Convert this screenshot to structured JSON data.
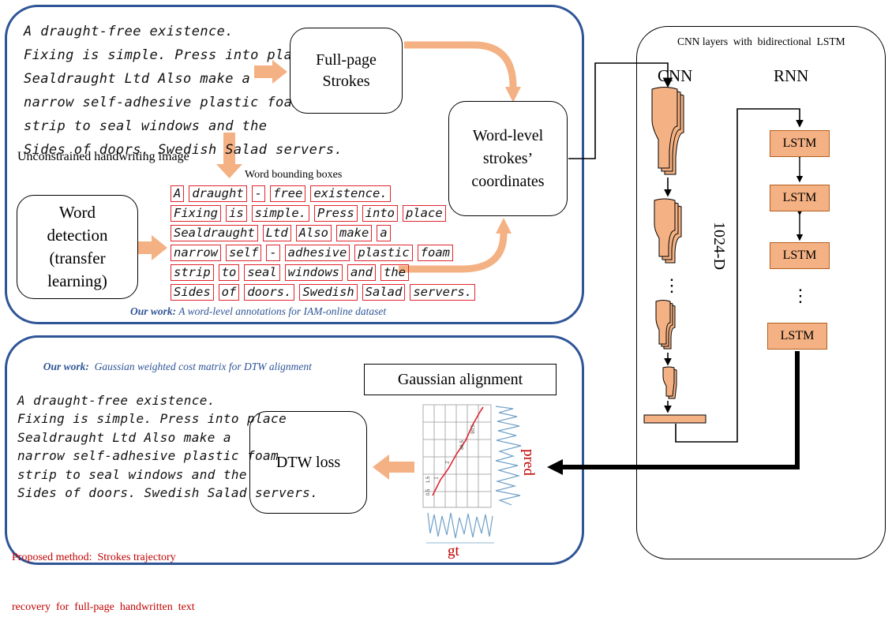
{
  "top_panel": {
    "handwriting_lines": [
      "A draught-free existence.",
      "Fixing is simple. Press into place.",
      "Sealdraught Ltd Also make a",
      "narrow self-adhesive plastic foam",
      "strip to seal windows and the",
      "Sides of doors. Swedish Salad servers."
    ],
    "image_label": "Unconstrained handwriting image",
    "full_page_box": [
      "Full-page",
      "Strokes"
    ],
    "word_level_box": [
      "Word-level",
      "strokes’",
      "coordinates"
    ],
    "word_detection_box": [
      "Word",
      "detection",
      "(transfer",
      "learning)"
    ],
    "bbox_title": "Word bounding  boxes",
    "bbox_lines": [
      [
        "A",
        "draught",
        "-",
        "free",
        "existence."
      ],
      [
        "Fixing",
        "is",
        "simple.",
        "Press",
        "into",
        "place"
      ],
      [
        "Sealdraught",
        "Ltd",
        "Also",
        "make",
        "a"
      ],
      [
        "narrow",
        "self",
        "-",
        "adhesive",
        "plastic",
        "foam"
      ],
      [
        "strip",
        "to",
        "seal",
        "windows",
        "and",
        "the"
      ],
      [
        "Sides",
        "of",
        "doors.",
        "Swedish",
        "Salad",
        "servers."
      ]
    ],
    "caption_bold": "Our work:",
    "caption_text": " A word-level annotations for IAM-online dataset"
  },
  "right_panel": {
    "title": "CNN layers  with  bidirectional  LSTM",
    "cnn_label": "CNN",
    "rnn_label": "RNN",
    "dim_label": "1024-D",
    "lstm_labels": [
      "LSTM",
      "LSTM",
      "LSTM",
      "LSTM"
    ],
    "ellipsis": "⋮"
  },
  "bottom_panel": {
    "caption_bold": "Our work:",
    "caption_text": "  Gaussian weighted cost matrix for DTW alignment",
    "gaussian_box": "Gaussian alignment",
    "dtw_box": "DTW loss",
    "pred_label": "pred",
    "gt_label": "gt",
    "matrix_values": [
      "0.5",
      "1",
      "1.5",
      "2",
      "86.5",
      "90.5"
    ],
    "handwriting_lines": [
      "A draught-free existence.",
      "Fixing is simple. Press into place",
      "Sealdraught Ltd Also make a",
      "narrow self-adhesive plastic foam",
      "strip to seal windows and the",
      "Sides of doors. Swedish Salad servers."
    ],
    "proposed_lines": [
      "Proposed method:  Strokes trajectory",
      "recovery  for  full-page  handwritten  text"
    ]
  },
  "colors": {
    "panel_border": "#2f5597",
    "arrow_orange": "#f4b183",
    "lstm_fill": "#f4b183",
    "bbox_red": "#e0252e",
    "label_red": "#c00000"
  }
}
